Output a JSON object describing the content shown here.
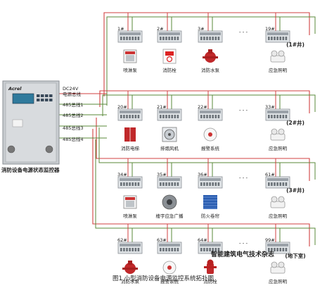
{
  "monitor": {
    "brand": "Acrel",
    "name": "消防设备电源状态监控器"
  },
  "bus_labels": {
    "power": "DC24V\n电源总线",
    "bus1": "485总线1",
    "bus2": "485总线2",
    "bus3": "485总线3",
    "bus4": "485总线4"
  },
  "ellipsis": "- - -",
  "rows": [
    {
      "area": "(1#井)",
      "nodes": [
        {
          "id": "1#",
          "device": "喷淋泵",
          "icon": "pump-icon"
        },
        {
          "id": "2#",
          "device": "消防栓",
          "icon": "hydrant-cabinet-icon"
        },
        {
          "id": "3#",
          "device": "消防水泵",
          "icon": "fire-pump-icon"
        },
        {
          "id": "19#",
          "device": "应急照明",
          "icon": "emergency-light-icon"
        }
      ]
    },
    {
      "area": "(2#井)",
      "nodes": [
        {
          "id": "20#",
          "device": "消防电梯",
          "icon": "elevator-icon"
        },
        {
          "id": "21#",
          "device": "排烟风机",
          "icon": "fan-icon"
        },
        {
          "id": "22#",
          "device": "报警系统",
          "icon": "alarm-icon"
        },
        {
          "id": "33#",
          "device": "应急照明",
          "icon": "emergency-light-icon"
        }
      ]
    },
    {
      "area": "(3#井)",
      "nodes": [
        {
          "id": "34#",
          "device": "喷淋泵",
          "icon": "pump-icon"
        },
        {
          "id": "35#",
          "device": "楼宇应急广播",
          "icon": "speaker-icon"
        },
        {
          "id": "36#",
          "device": "防火卷帘",
          "icon": "shutter-icon"
        },
        {
          "id": "61#",
          "device": "应急照明",
          "icon": "emergency-light-icon"
        }
      ]
    },
    {
      "area": "(地下室)",
      "nodes": [
        {
          "id": "62#",
          "device": "消防水泵",
          "icon": "fire-pump-icon"
        },
        {
          "id": "63#",
          "device": "报警系统",
          "icon": "alarm-icon"
        },
        {
          "id": "64#",
          "device": "消防栓",
          "icon": "hydrant-icon"
        },
        {
          "id": "99#",
          "device": "应急照明",
          "icon": "emergency-light-icon"
        }
      ]
    }
  ],
  "watermark": "智能建筑电气技术杂志",
  "caption": "图1  小型消防设备电源监控系统拓扑图",
  "colors": {
    "red_line": "#d04040",
    "green_line": "#5a8a3a",
    "device_red": "#c0282a",
    "panel_gray": "#c8ccd0"
  }
}
